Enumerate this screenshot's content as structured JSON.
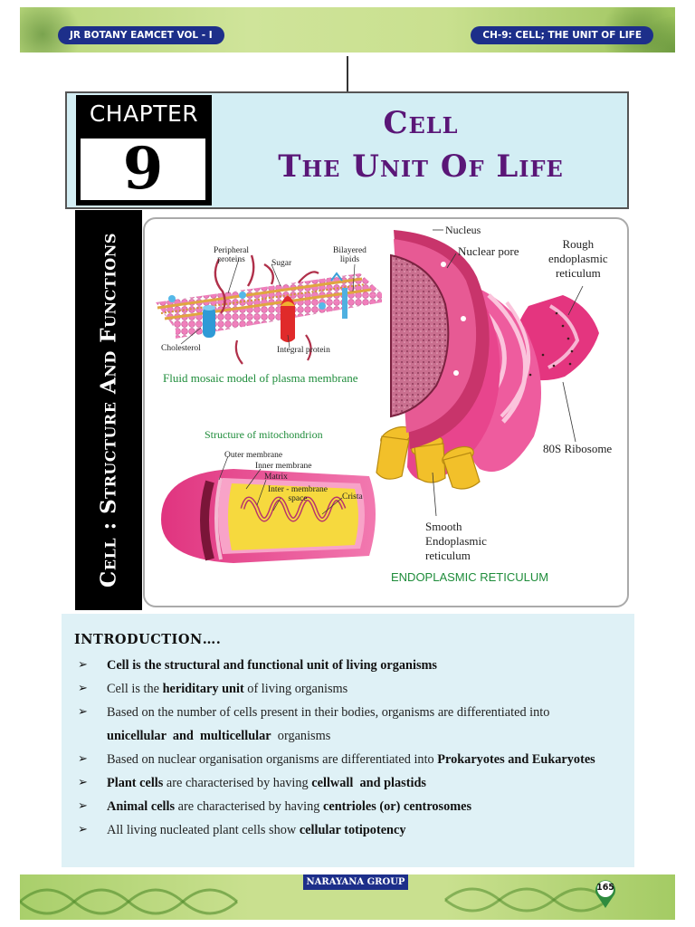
{
  "header": {
    "left_label": "JR BOTANY EAMCET VOL - I",
    "right_label": "CH-9: CELL; THE UNIT OF LIFE"
  },
  "chapter": {
    "word": "CHAPTER",
    "number": "9",
    "title_line1": "Cell",
    "title_line2": "The Unit Of Life"
  },
  "side_title": "Cell : Structure And Functions",
  "figure": {
    "membrane": {
      "peripheral_proteins": "Peripheral\nproteins",
      "sugar": "Sugar",
      "bilayered_lipids": "Bilayered\nlipids",
      "cholesterol": "Cholesterol",
      "integral_protein": "Integral protein",
      "caption": "Fluid mosaic model of plasma membrane"
    },
    "mitochondrion": {
      "caption": "Structure of mitochondrion",
      "outer_membrane": "Outer membrane",
      "inner_membrane": "Inner membrane",
      "matrix": "Matrix",
      "intermembrane_space": "Inter - membrane\nspace",
      "crista": "Crista"
    },
    "er": {
      "nucleus": "Nucleus",
      "nuclear_pore": "Nuclear pore",
      "rough_er": "Rough\nendoplasmic\nreticulum",
      "ribosome": "80S Ribosome",
      "smooth_er": "Smooth\nEndoplasmic\nreticulum",
      "caption": "ENDOPLASMIC RETICULUM"
    }
  },
  "intro": {
    "heading": "INTRODUCTION….",
    "items": [
      {
        "parts": [
          {
            "t": "Cell is the structural and functional unit of living organisms",
            "b": true
          }
        ]
      },
      {
        "parts": [
          {
            "t": "Cell is the "
          },
          {
            "t": "heriditary unit",
            "b": true
          },
          {
            "t": " of living organisms"
          }
        ]
      },
      {
        "parts": [
          {
            "t": "Based on the number of cells present in their bodies, organisms are differentiated into "
          },
          {
            "t": "unicellular  and  multicellular",
            "b": true
          },
          {
            "t": "  organisms"
          }
        ]
      },
      {
        "parts": [
          {
            "t": "Based on nuclear organisation organisms are differentiated into "
          },
          {
            "t": "Prokaryotes and Eukaryotes",
            "b": true
          }
        ]
      },
      {
        "parts": [
          {
            "t": "Plant cells",
            "b": true
          },
          {
            "t": " are characterised by having "
          },
          {
            "t": "cellwall  and plastids",
            "b": true
          }
        ]
      },
      {
        "parts": [
          {
            "t": "Animal cells",
            "b": true
          },
          {
            "t": " are characterised by having "
          },
          {
            "t": "centrioles (or) centrosomes",
            "b": true
          }
        ]
      },
      {
        "parts": [
          {
            "t": "All living nucleated plant cells show "
          },
          {
            "t": "cellular totipotency",
            "b": true
          }
        ]
      }
    ]
  },
  "footer": {
    "brand": "NARAYANA GROUP",
    "page_number": "165"
  },
  "colors": {
    "navy": "#1d2f8a",
    "title_purple": "#5a1677",
    "title_box": "#d3eef4",
    "intro_box": "#dff1f6",
    "caption_green": "#1e8c3a",
    "band_green": "#c9e08f"
  }
}
